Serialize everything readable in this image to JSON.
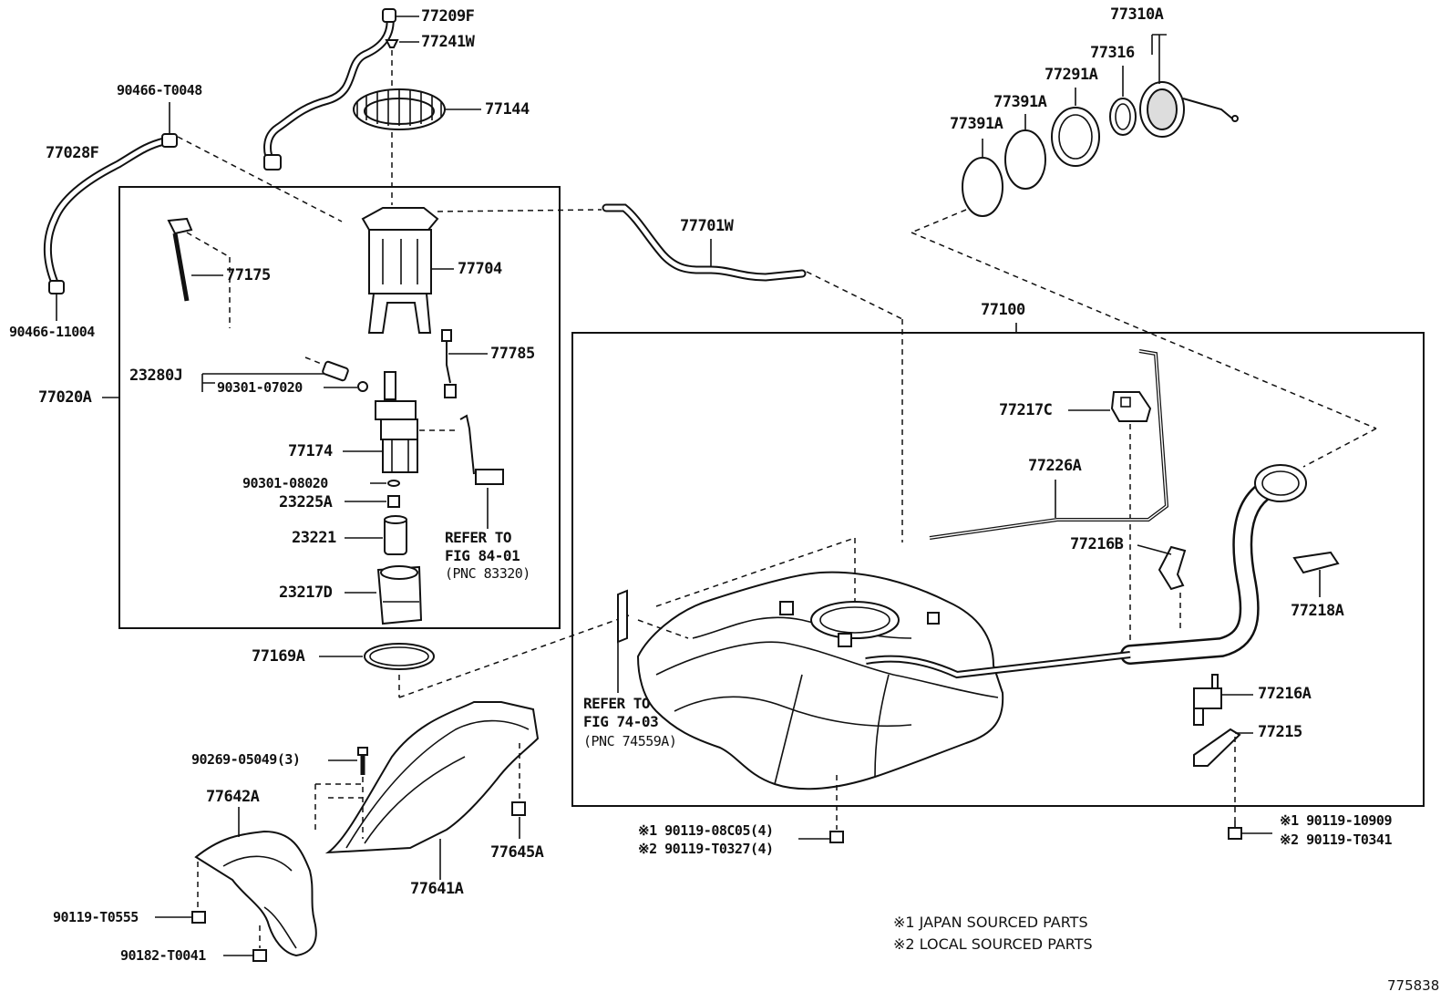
{
  "labels": {
    "p77209F": "77209F",
    "p77241W": "77241W",
    "p77144": "77144",
    "p90466_T0048": "90466-T0048",
    "p77028F": "77028F",
    "p90466_11004": "90466-11004",
    "p77175": "77175",
    "p77704": "77704",
    "p77785": "77785",
    "p77020A": "77020A",
    "p23280J": "23280J",
    "p90301_07020": "90301-07020",
    "p77174": "77174",
    "p90301_08020": "90301-08020",
    "p23225A": "23225A",
    "p23221": "23221",
    "p23217D": "23217D",
    "p77169A": "77169A",
    "p77701W": "77701W",
    "p77310A": "77310A",
    "p77316": "77316",
    "p77291A": "77291A",
    "p77391A_1": "77391A",
    "p77391A_2": "77391A",
    "p77100": "77100",
    "p77217C": "77217C",
    "p77226A": "77226A",
    "p77216B": "77216B",
    "p77218A": "77218A",
    "p77216A": "77216A",
    "p77215": "77215",
    "p90119_10909": "※1 90119-10909",
    "p90119_T0341": "※2 90119-T0341",
    "p90119_08C05": "※1 90119-08C05(4)",
    "p90119_T0327": "※2 90119-T0327(4)",
    "p90269_05049": "90269-05049(3)",
    "p77642A": "77642A",
    "p77645A": "77645A",
    "p77641A": "77641A",
    "p90119_T0555": "90119-T0555",
    "p90182_T0041": "90182-T0041"
  },
  "references": {
    "fig84_line1": "REFER TO",
    "fig84_line2": "FIG 84-01",
    "fig84_line3": "(PNC 83320)",
    "fig74_line1": "REFER TO",
    "fig74_line2": "FIG 74-03",
    "fig74_line3": "(PNC 74559A)"
  },
  "notes": {
    "japan": "※1 JAPAN SOURCED PARTS",
    "local": "※2 LOCAL SOURCED PARTS"
  },
  "figure_id": "775838"
}
